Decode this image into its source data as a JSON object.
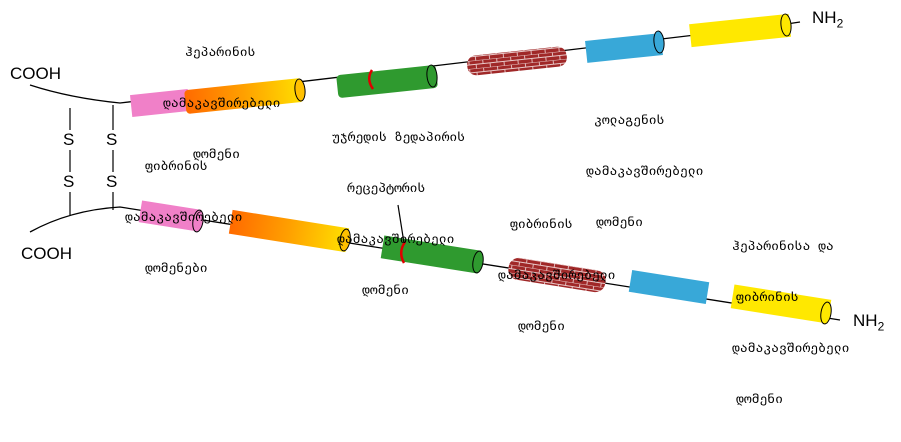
{
  "labels": {
    "heparin_top": [
      "ჰეპარინის",
      "დამაკავშირებელი",
      "დომენი"
    ],
    "fibrin_left": [
      "ფიბრინის",
      "დამაკავშირებელი",
      "დომენები"
    ],
    "cell_receptor": [
      "უჯრედის ზედაპირის",
      "რეცეპტორის",
      "დამაკავშირებელი",
      "დომენი"
    ],
    "collagen": [
      "კოლაგენის",
      "დამაკავშირებელი",
      "დომენი"
    ],
    "fibrin_mid": [
      "ფიბრინის",
      "დამაკავშირებელი",
      "დომენი"
    ],
    "heparin_fibrin": [
      "ჰეპარინისა და",
      "ფიბრინის",
      "დამაკავშირებელი",
      "დომენი"
    ]
  },
  "termini": {
    "cooh": "COOH",
    "nh2": "NH",
    "nh2_sub": "2",
    "disulfide": "S"
  },
  "colors": {
    "pink": "#f080c8",
    "orange": "#ff8000",
    "yellow": "#ffe800",
    "green": "#2f9a2f",
    "brick": "#a02828",
    "cyan": "#38a8d8",
    "red_mark": "#e00000"
  }
}
